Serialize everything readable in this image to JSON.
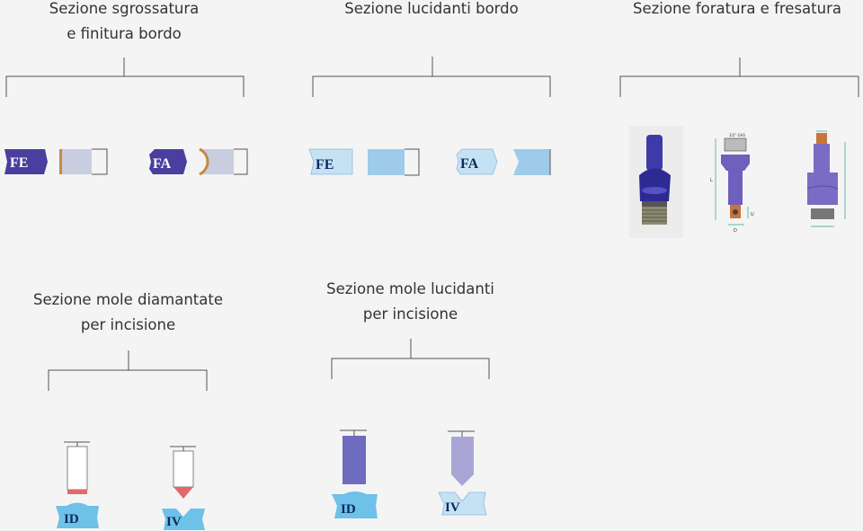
{
  "sections": {
    "sgrossatura": {
      "title": "Sezione sgrossatura\ne finitura bordo",
      "labels": [
        "FE",
        "FA"
      ]
    },
    "lucidanti_bordo": {
      "title": "Sezione lucidanti bordo",
      "labels": [
        "FE",
        "FA"
      ]
    },
    "foratura": {
      "title": "Sezione foratura e fresatura",
      "dimension_labels": [
        "1/2\" GAS",
        "L",
        "D",
        "U"
      ]
    },
    "mole_diamantate": {
      "title": "Sezione mole diamantate\nper incisione",
      "labels": [
        "ID",
        "IV"
      ]
    },
    "mole_lucidanti": {
      "title": "Sezione mole lucidanti\nper incisione",
      "labels": [
        "ID",
        "IV"
      ]
    }
  },
  "colors": {
    "dark_blue": "#4a3f9f",
    "light_blue": "#c5e2f4",
    "mid_blue": "#9ecbea",
    "cyan_glass": "#6ec1e8",
    "violet": "#6f6bbf",
    "lavender": "#a9a6d6",
    "pink": "#e06a6a",
    "orange": "#c88a40"
  }
}
